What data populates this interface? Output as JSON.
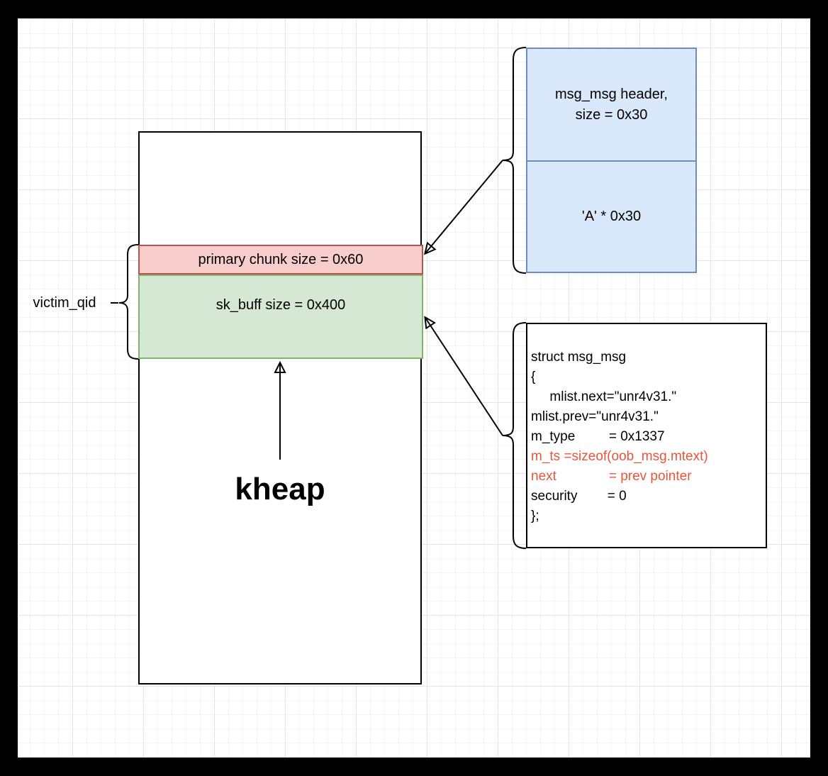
{
  "diagram": {
    "kheap_label": "kheap",
    "victim_qid_label": "victim_qid",
    "primary_chunk_label": "primary chunk size = 0x60",
    "sk_buff_label": "sk_buff size = 0x400",
    "msg_box": {
      "header_line_1": "msg_msg header,",
      "header_line_2": "size = 0x30",
      "payload": "'A' * 0x30"
    },
    "struct_box": {
      "lines": [
        "struct msg_msg",
        "{",
        "     mlist.next=\"unr4v31.\"",
        "mlist.prev=\"unr4v31.\"",
        "m_type         = 0x1337",
        "m_ts =sizeof(oob_msg.mtext)",
        "next              = prev pointer",
        "security        = 0",
        "};"
      ],
      "highlighted_line_indexes": [
        5,
        6
      ]
    }
  },
  "colors": {
    "msg_box_fill": "#dae8fc",
    "msg_box_stroke": "#6c8ebf",
    "primary_chunk_fill": "#f8cecc",
    "primary_chunk_stroke": "#b85450",
    "sk_buff_fill": "#d5e8d4",
    "sk_buff_stroke": "#82b366",
    "highlight_text": "#e8553a",
    "frame": "#000000"
  }
}
